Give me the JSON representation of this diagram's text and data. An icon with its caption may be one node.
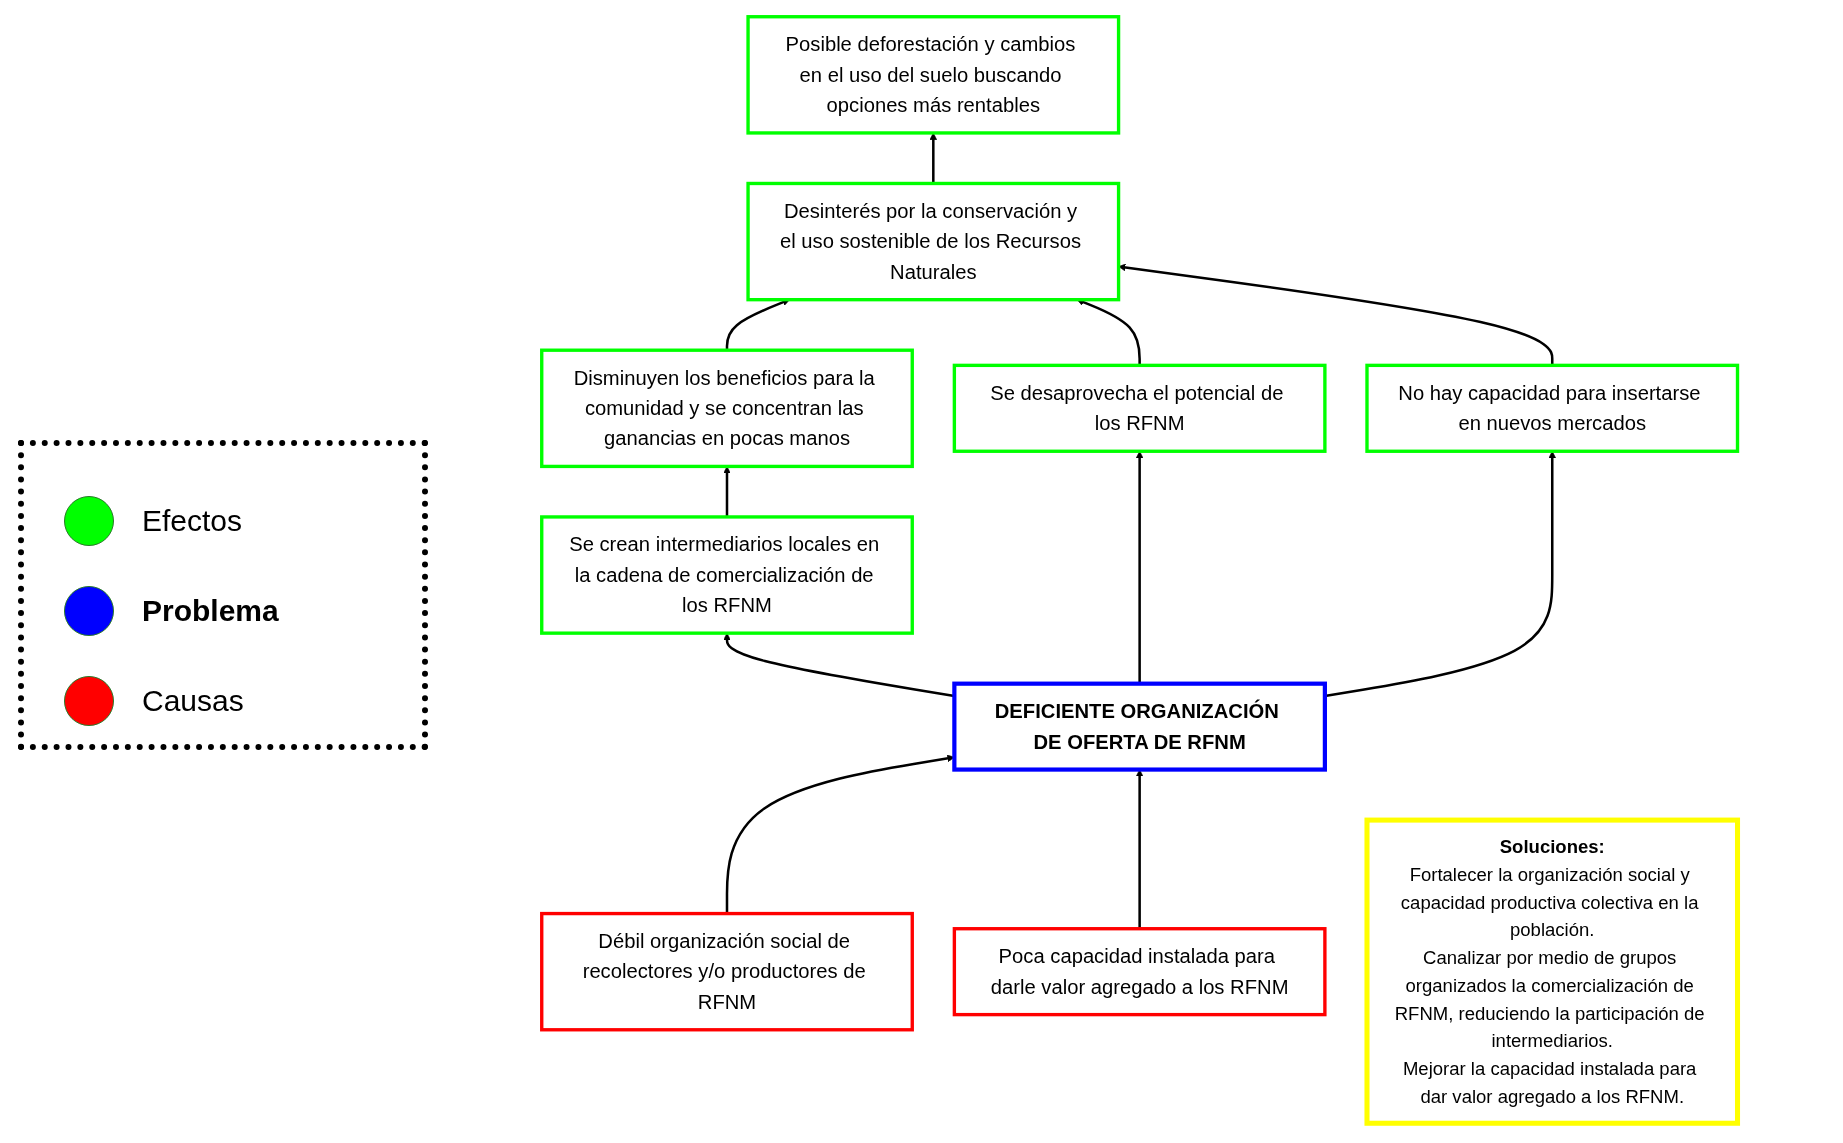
{
  "diagram": {
    "nodes": [
      {
        "text": [
          "Disminuyen los beneficios para la comunidad y se concentran las ganancias en pocas manos"
        ]
      },
      {
        "text": [
          "Desinterés por la conservación y el uso sostenible de los Recursos Naturales"
        ]
      },
      {
        "text": [
          "Posible deforestación y cambios en el uso del suelo buscando opciones más rentables"
        ]
      },
      {
        "text": [
          "Se crean intermediarios locales en la cadena de comercialización de los RFNM"
        ]
      },
      {
        "text": [
          "Se desaprovecha el potencial de los RFNM"
        ]
      },
      {
        "text": [
          "No hay capacidad para insertarse en nuevos mercados"
        ]
      },
      {
        "text": [
          "DEFICIENTE ORGANIZACIÓN DE OFERTA DE RFNM"
        ]
      },
      {
        "text": [
          "Débil organización social de recolectores y/o productores de RFNM"
        ]
      },
      {
        "text": [
          "Poca capacidad instalada para darle valor agregado a los RFNM"
        ]
      },
      {
        "text": [
          "Soluciones:",
          "Fortalecer la organización social y capacidad productiva colectiva en la población.",
          "Canalizar por medio de grupos organizados la comercialización de RFNM, reduciendo la participación de intermediarios.",
          "Mejorar la capacidad instalada para dar valor agregado a los RFNM."
        ]
      }
    ],
    "edges": [
      {
        "from": 0,
        "to": 1,
        "arrow": "to"
      },
      {
        "from": 1,
        "to": 2,
        "arrow": "to"
      },
      {
        "from": 3,
        "to": 0,
        "arrow": "to"
      },
      {
        "from": 4,
        "to": 1,
        "arrow": "to"
      },
      {
        "from": 5,
        "to": 1,
        "arrow": "to"
      },
      {
        "from": 6,
        "to": 3,
        "arrow": "to"
      },
      {
        "from": 6,
        "to": 4,
        "arrow": "to"
      },
      {
        "from": 6,
        "to": 5,
        "arrow": "to"
      },
      {
        "from": 7,
        "to": 6,
        "arrow": "to"
      },
      {
        "from": 8,
        "to": 6,
        "arrow": "to"
      }
    ],
    "legend": [
      {
        "text": "Efectos",
        "color": "#00ff00"
      },
      {
        "text": "Problema",
        "color": "#0000ff"
      },
      {
        "text": "Causas",
        "color": "#ff0000"
      }
    ]
  }
}
